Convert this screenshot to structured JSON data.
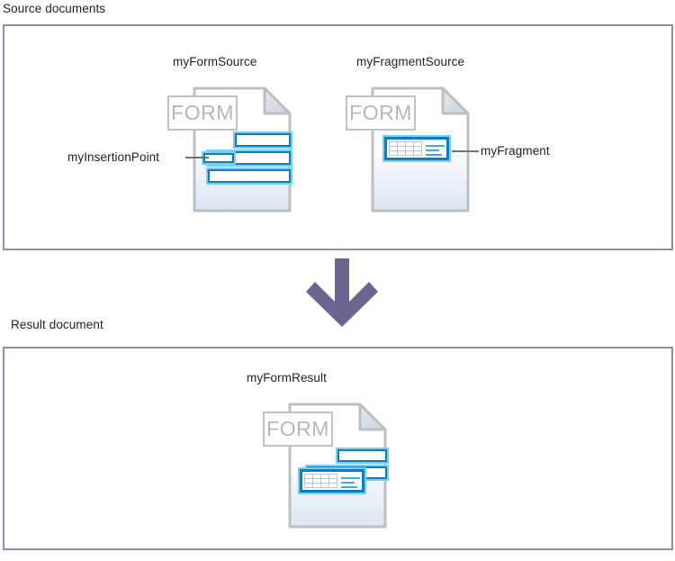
{
  "diagram": {
    "title_source": "Source documents",
    "title_result": "Result document",
    "accent_purple": "#928dae",
    "arrow_color": "#6b6590",
    "field_blue": "#0d7cc0",
    "field_glow": "#7dcdec",
    "doc_outline": "#bcc0c3",
    "badge_text_color": "#b4b8bb"
  },
  "source_panel": {
    "documents": [
      {
        "caption": "myFormSource",
        "badge": "FORM",
        "callout": "myInsertionPoint"
      },
      {
        "caption": "myFragmentSource",
        "badge": "FORM",
        "callout": "myFragment"
      }
    ]
  },
  "result_panel": {
    "documents": [
      {
        "caption": "myFormResult",
        "badge": "FORM"
      }
    ]
  },
  "arrow": {
    "direction": "down",
    "semantic": "transform-flow-arrow"
  }
}
